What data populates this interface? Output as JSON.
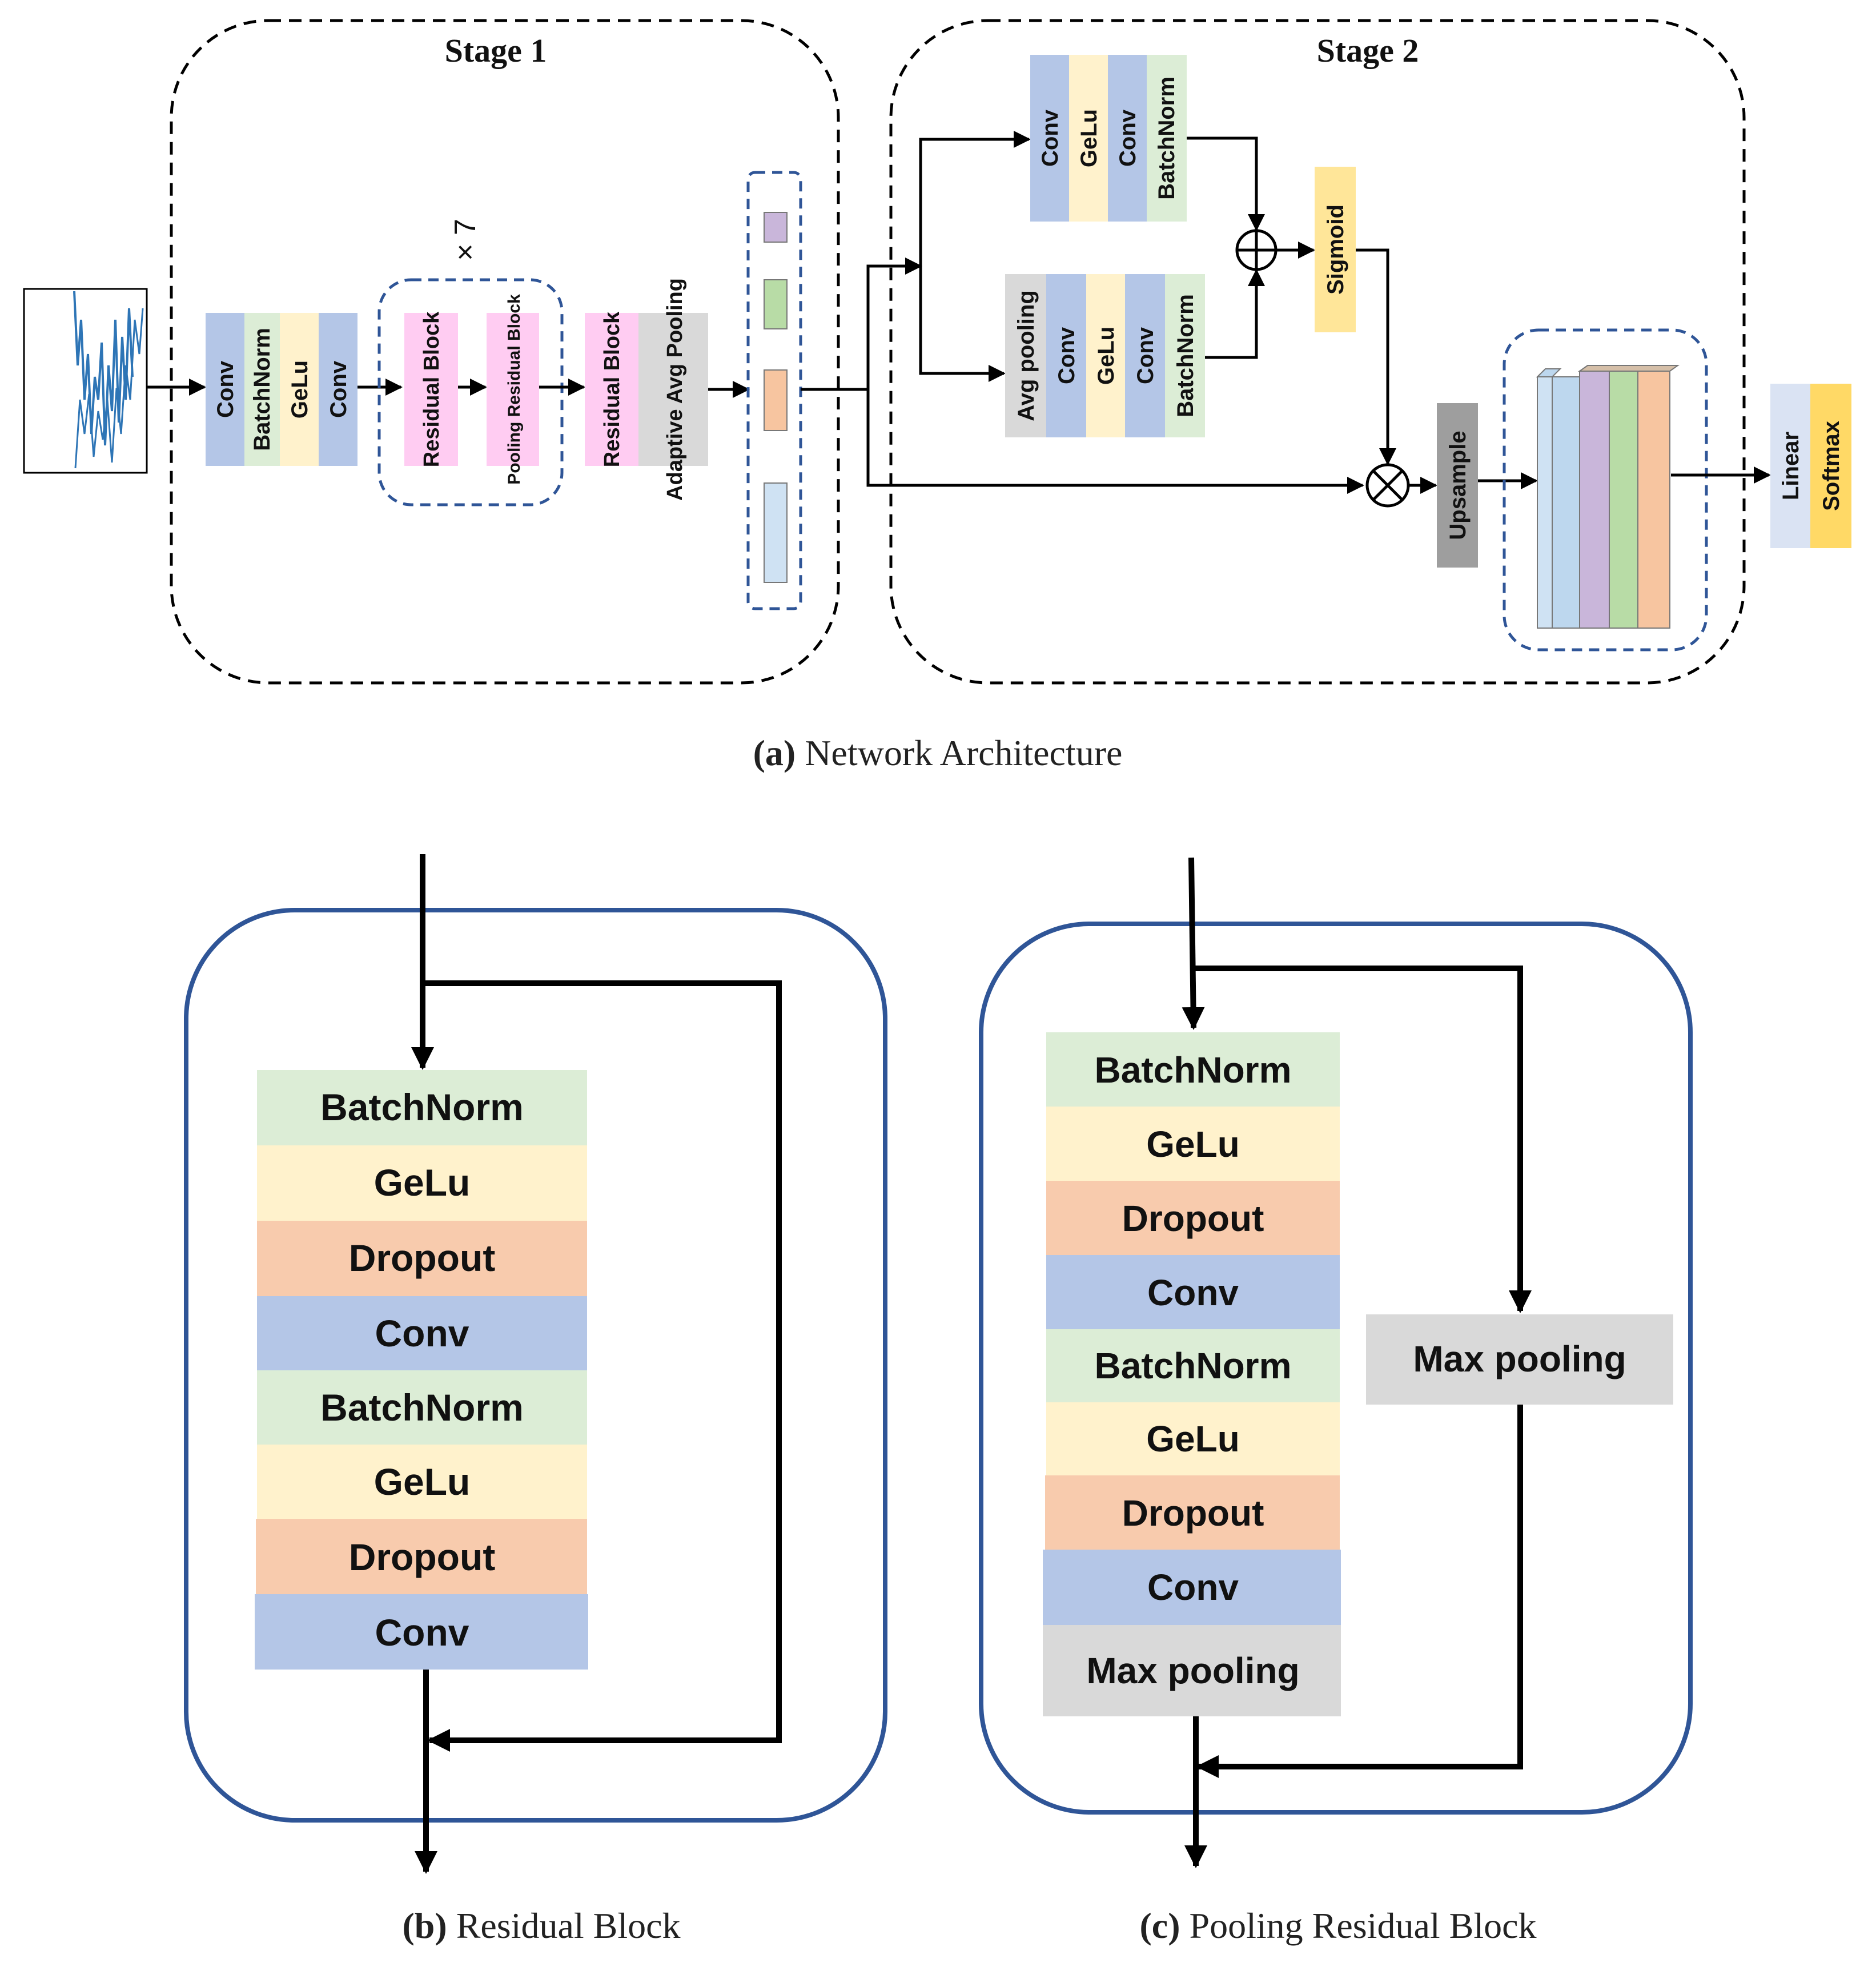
{
  "colors": {
    "conv": "#b4c6e7",
    "batchnorm": "#dcedd6",
    "gelu": "#fff2cc",
    "dropout": "#f8cbad",
    "gray": "#d9d9d9",
    "dark_gray": "#9e9e9e",
    "residual_pink": "#ffccf2",
    "sigmoid": "#ffe699",
    "softmax": "#ffd966",
    "linear": "#dae3f3",
    "purple": "#c9b6da",
    "green": "#b8dca6",
    "orange": "#f7c5a0",
    "lightblue": "#cfe2f3",
    "block_border": "#2f5597",
    "signal": "#2e75b6"
  },
  "figure_a": {
    "caption_letter": "(a)",
    "caption_text": "Network Architecture",
    "stage1": {
      "title": "Stage 1",
      "repeat_label": "× 7",
      "stem_layers": [
        "Conv",
        "BatchNorm",
        "GeLu",
        "Conv"
      ],
      "repeat_layers": [
        "Residual Block",
        "Pooling Residual Block"
      ],
      "tail_layers": [
        "Residual Block",
        "Adaptive Avg Pooling"
      ]
    },
    "stage2": {
      "title": "Stage 2",
      "top_branch": [
        "Conv",
        "GeLu",
        "Conv",
        "BatchNorm"
      ],
      "bottom_branch": [
        "Avg pooling",
        "Conv",
        "GeLu",
        "Conv",
        "BatchNorm"
      ],
      "sigmoid": "Sigmoid",
      "upsample": "Upsample",
      "add_symbol": "⊕",
      "multiply_symbol": "⊗"
    },
    "head": [
      "Linear",
      "Softmax"
    ]
  },
  "figure_b": {
    "caption_letter": "(b)",
    "caption_text": "Residual Block",
    "layers": [
      "BatchNorm",
      "GeLu",
      "Dropout",
      "Conv",
      "BatchNorm",
      "GeLu",
      "Dropout",
      "Conv"
    ]
  },
  "figure_c": {
    "caption_letter": "(c)",
    "caption_text": "Pooling Residual Block",
    "layers": [
      "BatchNorm",
      "GeLu",
      "Dropout",
      "Conv",
      "BatchNorm",
      "GeLu",
      "Dropout",
      "Conv",
      "Max pooling"
    ],
    "shortcut_layer": "Max pooling"
  }
}
